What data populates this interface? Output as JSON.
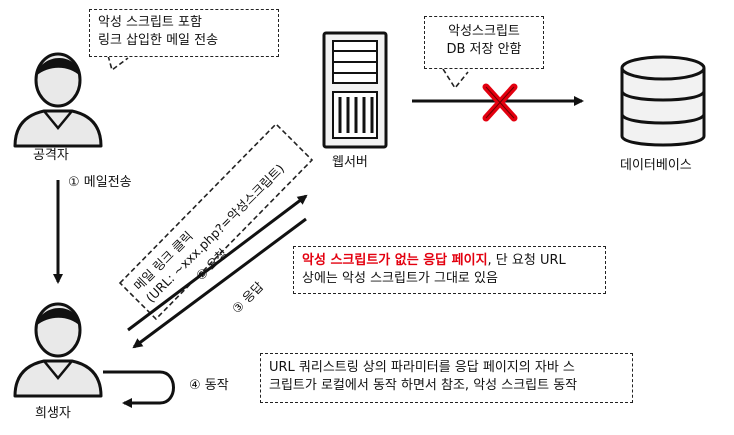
{
  "actors": {
    "attacker": "공격자",
    "victim": "희생자",
    "webserver": "웹서버",
    "database": "데이터베이스"
  },
  "steps": {
    "mail": "① 메일전송",
    "request": "② 요청",
    "response": "③ 응답",
    "action": "④ 동작"
  },
  "notes": {
    "attacker_note_line1": "악성 스크립트 포함",
    "attacker_note_line2": "링크 삽입한 메일 전송",
    "db_note_line1": "악성스크립트",
    "db_note_line2": "DB 저장 안함",
    "link_line1": "메일 링크 클릭",
    "link_line2": "(URL: ~xxx.php?=악성스크립트)",
    "response_red": "악성 스크립트가 없는 응답 페이지",
    "response_rest1": ", 단 요청 URL",
    "response_line2": "상에는 악성 스크립트가 그대로 있음",
    "action_line1": "URL 쿼리스트링 상의 파라미터를 응답 페이지의 자바 스",
    "action_line2": "크립트가 로컬에서 동작 하면서 참조, 악성 스크립트 동작"
  },
  "colors": {
    "cross": "#e3000f",
    "stroke": "#111111",
    "person_fill": "#e9e9e9"
  }
}
